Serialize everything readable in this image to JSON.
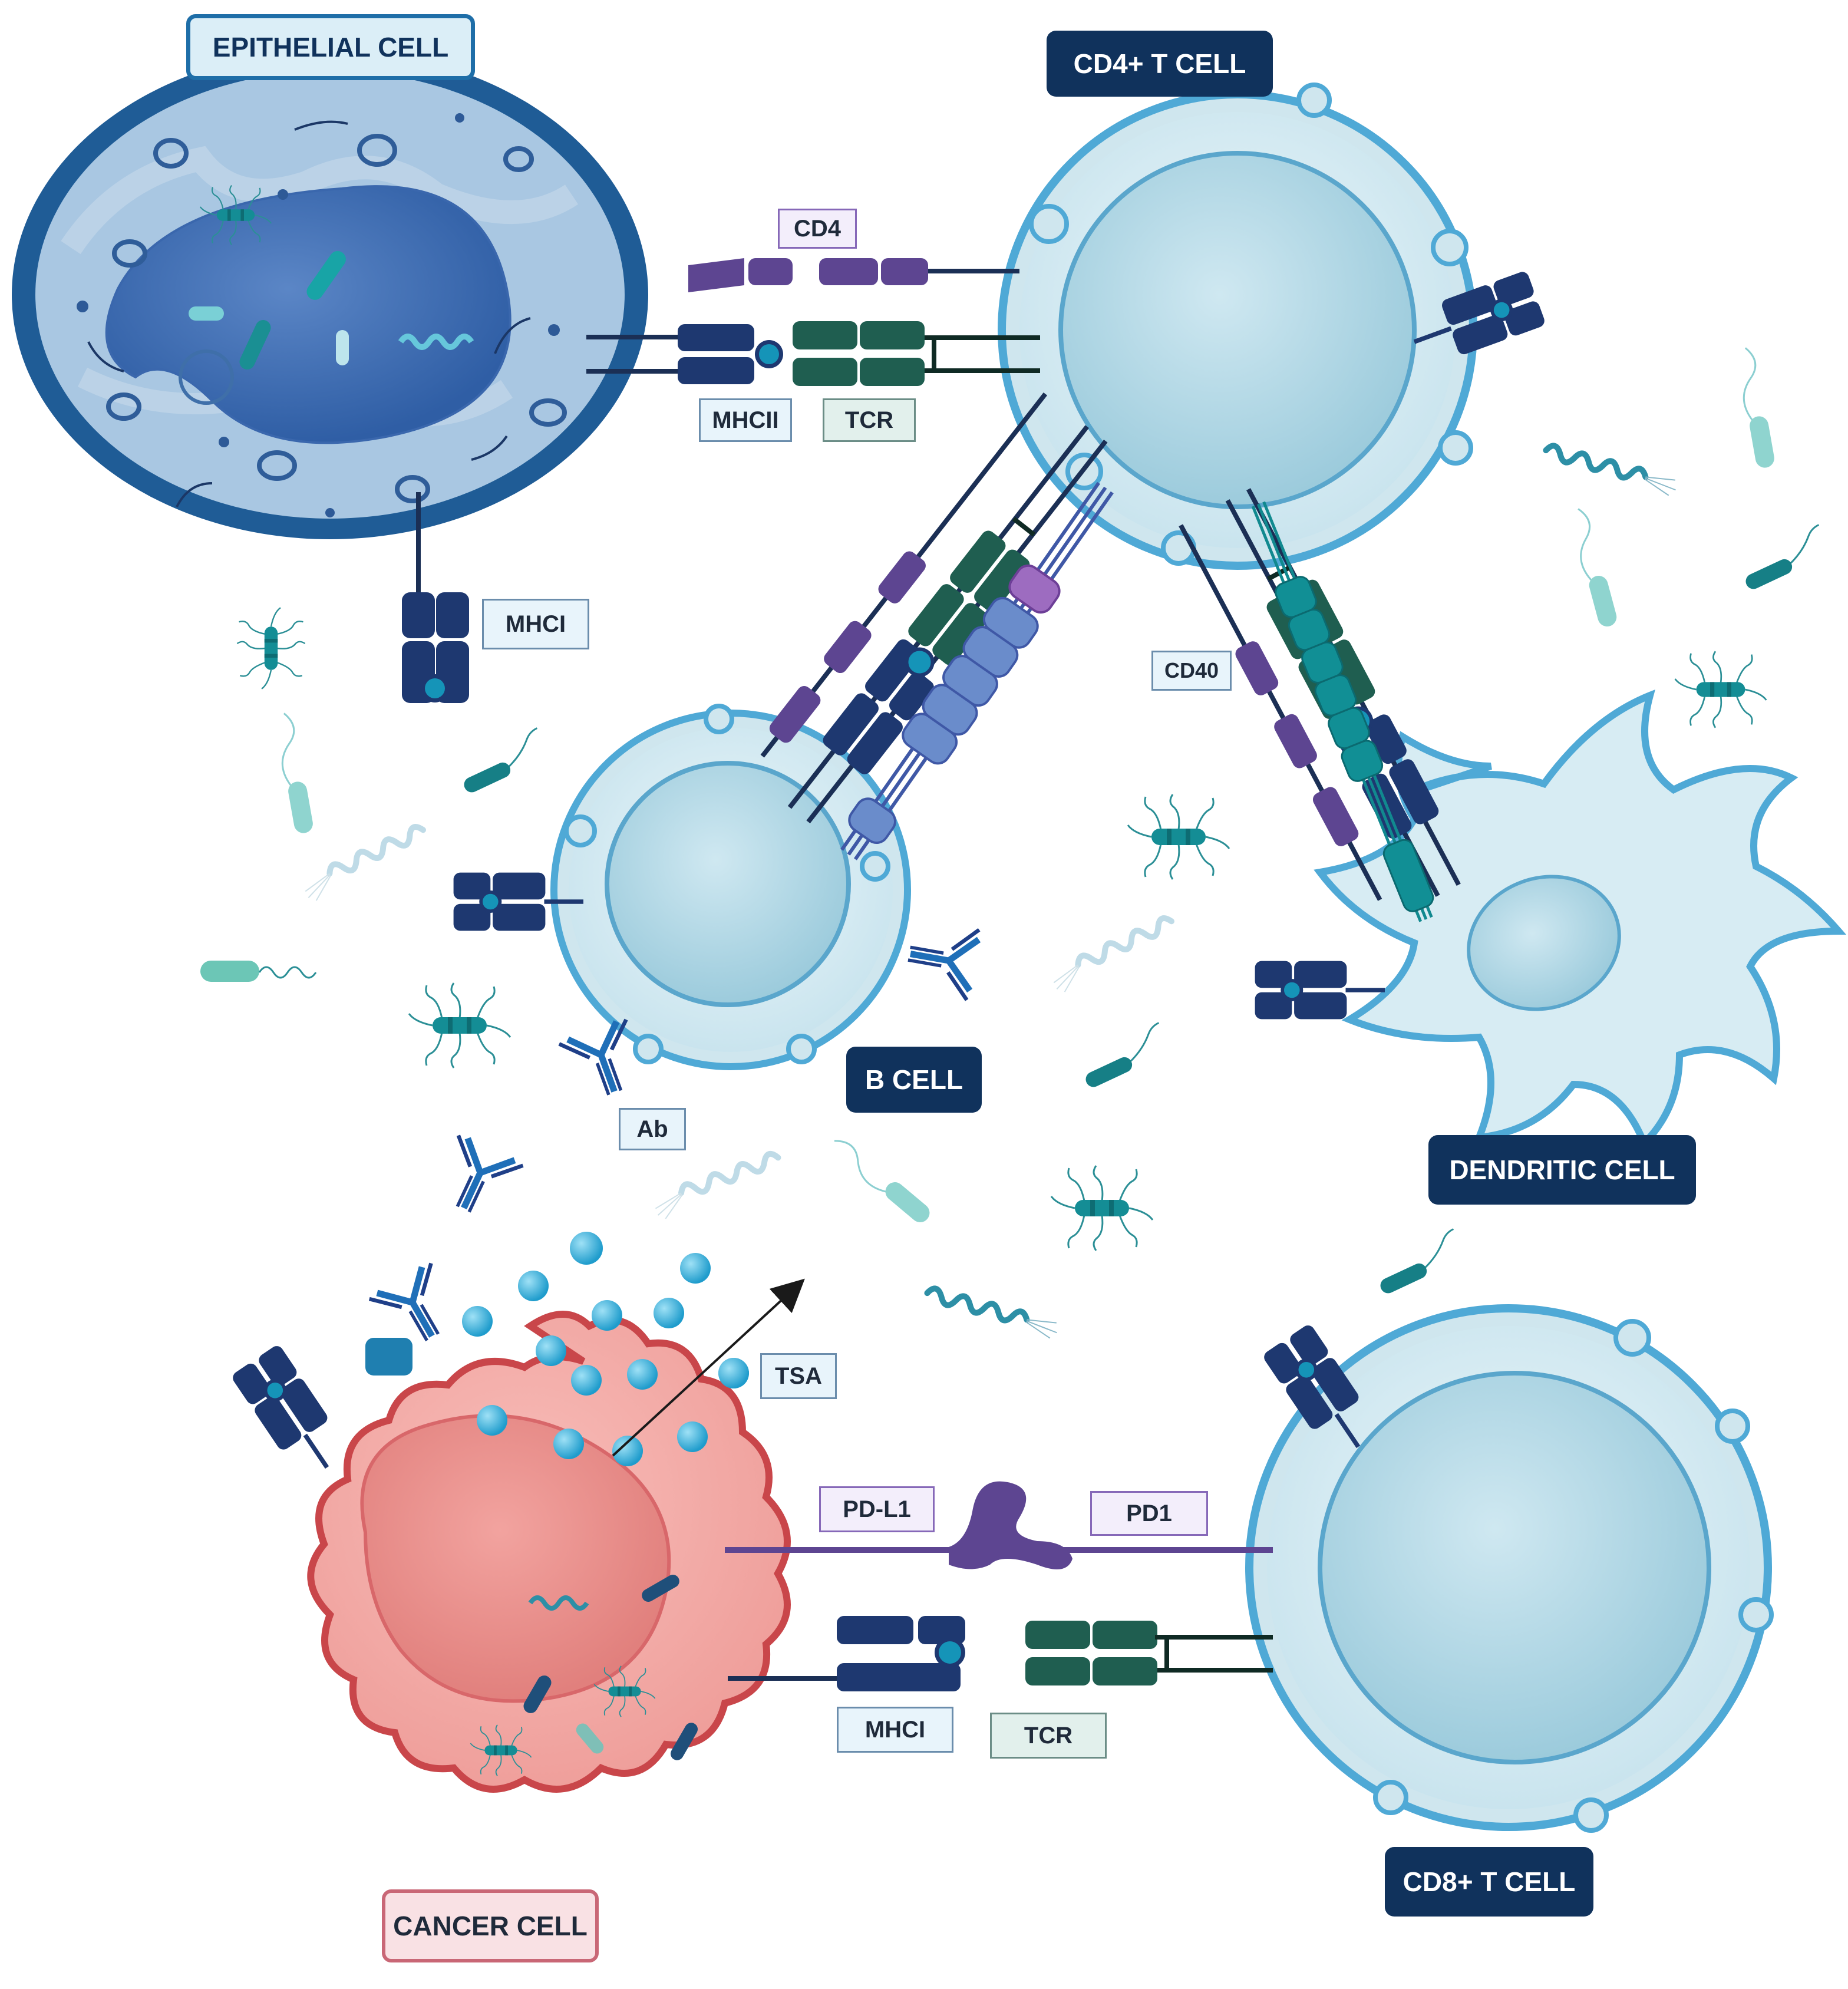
{
  "cells": {
    "epithelial": "EPITHELIAL CELL",
    "cd4_t": "CD4+ T CELL",
    "b": "B CELL",
    "dendritic": "DENDRITIC CELL",
    "cd8_t": "CD8+ T CELL",
    "cancer": "CANCER CELL"
  },
  "molecules": {
    "cd4": "CD4",
    "mhcii": "MHCII",
    "tcr_top": "TCR",
    "mhci_epithelial": "MHCI",
    "cd40": "CD40",
    "ab": "Ab",
    "tsa": "TSA",
    "pdl1": "PD-L1",
    "pd1": "PD1",
    "mhci_bottom": "MHCI",
    "tcr_bottom": "TCR"
  },
  "colors": {
    "navy": "#1e3870",
    "tcr_green": "#1f5e50",
    "cd4_purple": "#5d4591",
    "cd40_blue": "#6a8ccb",
    "teal": "#118f95",
    "epithelial_outer": "#1f5c96",
    "immune_cell": "#d7ecf3",
    "cancer_cell": "#e6807f",
    "tsa_particle": "#2aa9d6"
  },
  "icons": [
    "bacterium-icon",
    "antibody-icon",
    "mhc-receptor-icon",
    "tsa-particle-icon"
  ]
}
